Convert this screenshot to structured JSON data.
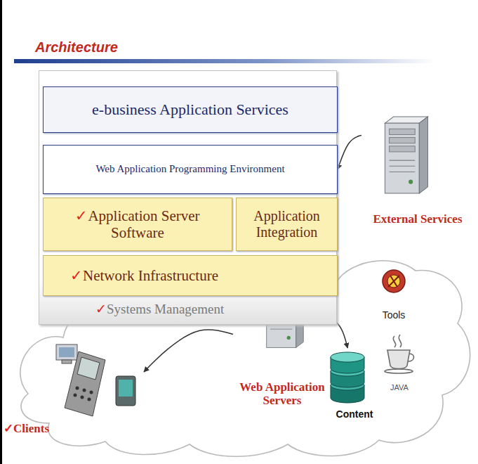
{
  "diagram": {
    "title": "Architecture",
    "nodes": [
      {
        "text": [
          "✓Systems Management"
        ]
      },
      {
        "text": [
          "e-business Application Services"
        ],
        "in": 0
      },
      {
        "text": [
          "Web Application Programming Environment"
        ],
        "in": 0
      },
      {
        "text": [
          "✓Application Server Software"
        ],
        "in": 0
      },
      {
        "text": [
          "Application Integration"
        ],
        "in": 0
      },
      {
        "text": [
          "✓Network Infrastructure"
        ],
        "in": 0
      },
      {
        "text": [
          "External Services"
        ]
      },
      {
        "text": [
          "Tools"
        ]
      },
      {
        "text": [
          "JAVA"
        ]
      },
      {
        "text": [
          "Web Application Servers"
        ]
      },
      {
        "text": [
          "Content"
        ]
      },
      {
        "text": [
          "✓Clients"
        ]
      }
    ],
    "edges": [
      {
        "from": 6,
        "to": 2,
        "arrow": "to"
      },
      {
        "from": 10,
        "to": 9,
        "arrow": "both"
      },
      {
        "from": 9,
        "to": 11,
        "arrow": "to"
      }
    ]
  }
}
